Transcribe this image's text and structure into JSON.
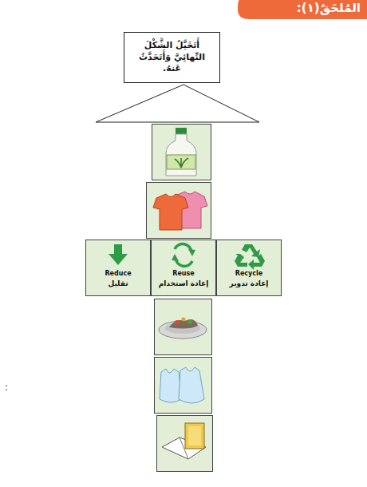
{
  "diagram": {
    "title": "المُلحَقُ(١):",
    "nodes": [
      {
        "text": [
          "أَتَخَيَّلُ الشَّكْلَ النِّهائِيَّ وَأَتَحَدَّثُ عَنهُ."
        ]
      },
      {
        "text": [
          "Recycle",
          "إعادة تدوير"
        ]
      },
      {
        "text": [
          "Reuse",
          "إعادة استخدام"
        ]
      },
      {
        "text": [
          "Reduce",
          "تقليل"
        ]
      }
    ],
    "labels": [
      ":"
    ]
  }
}
